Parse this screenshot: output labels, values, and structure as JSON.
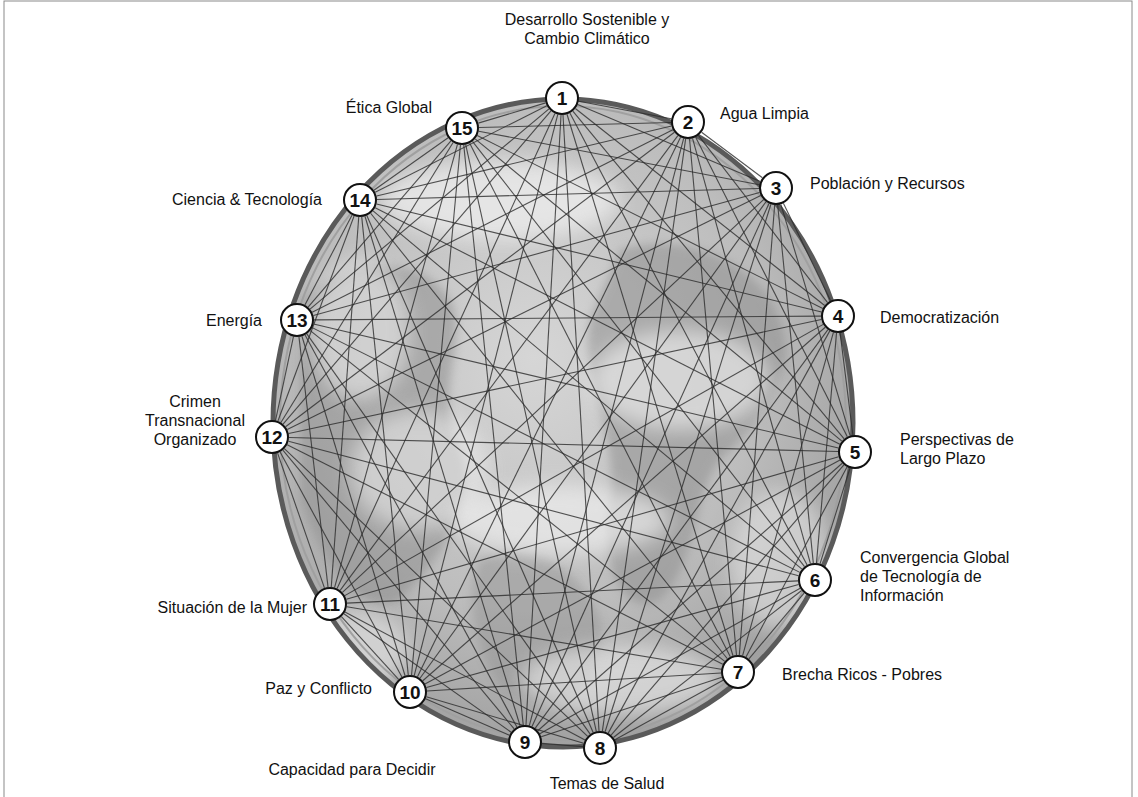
{
  "diagram": {
    "nodes": [
      {
        "text": [
          "1",
          "Desarrollo Sostenible y Cambio Climático"
        ]
      },
      {
        "text": [
          "2",
          "Agua Limpia"
        ]
      },
      {
        "text": [
          "3",
          "Población y Recursos"
        ]
      },
      {
        "text": [
          "4",
          "Democratización"
        ]
      },
      {
        "text": [
          "5",
          "Perspectivas de Largo Plazo"
        ]
      },
      {
        "text": [
          "6",
          "Convergencia Global de Tecnología de Información"
        ]
      },
      {
        "text": [
          "7",
          "Brecha Ricos - Pobres"
        ]
      },
      {
        "text": [
          "8",
          "Temas de Salud"
        ]
      },
      {
        "text": [
          "9",
          "Capacidad para Decidir"
        ]
      },
      {
        "text": [
          "10",
          "Paz y Conflicto"
        ]
      },
      {
        "text": [
          "11",
          "Situación de la Mujer"
        ]
      },
      {
        "text": [
          "12",
          "Crimen Transnacional Organizado"
        ]
      },
      {
        "text": [
          "13",
          "Energía"
        ]
      },
      {
        "text": [
          "14",
          "Ciencia & Tecnología"
        ]
      },
      {
        "text": [
          "15",
          "Ética Global"
        ]
      }
    ],
    "edges": [
      {
        "from": 0,
        "to": 1,
        "arrow": "none"
      },
      {
        "from": 0,
        "to": 2,
        "arrow": "none"
      },
      {
        "from": 0,
        "to": 3,
        "arrow": "none"
      },
      {
        "from": 0,
        "to": 4,
        "arrow": "none"
      },
      {
        "from": 0,
        "to": 5,
        "arrow": "none"
      },
      {
        "from": 0,
        "to": 6,
        "arrow": "none"
      },
      {
        "from": 0,
        "to": 7,
        "arrow": "none"
      },
      {
        "from": 0,
        "to": 8,
        "arrow": "none"
      },
      {
        "from": 0,
        "to": 9,
        "arrow": "none"
      },
      {
        "from": 0,
        "to": 10,
        "arrow": "none"
      },
      {
        "from": 0,
        "to": 11,
        "arrow": "none"
      },
      {
        "from": 0,
        "to": 12,
        "arrow": "none"
      },
      {
        "from": 0,
        "to": 13,
        "arrow": "none"
      },
      {
        "from": 0,
        "to": 14,
        "arrow": "none"
      },
      {
        "from": 1,
        "to": 2,
        "arrow": "none"
      },
      {
        "from": 1,
        "to": 3,
        "arrow": "none"
      },
      {
        "from": 1,
        "to": 4,
        "arrow": "none"
      },
      {
        "from": 1,
        "to": 5,
        "arrow": "none"
      },
      {
        "from": 1,
        "to": 6,
        "arrow": "none"
      },
      {
        "from": 1,
        "to": 7,
        "arrow": "none"
      },
      {
        "from": 1,
        "to": 8,
        "arrow": "none"
      },
      {
        "from": 1,
        "to": 9,
        "arrow": "none"
      },
      {
        "from": 1,
        "to": 10,
        "arrow": "none"
      },
      {
        "from": 1,
        "to": 11,
        "arrow": "none"
      },
      {
        "from": 1,
        "to": 12,
        "arrow": "none"
      },
      {
        "from": 1,
        "to": 13,
        "arrow": "none"
      },
      {
        "from": 1,
        "to": 14,
        "arrow": "none"
      },
      {
        "from": 2,
        "to": 3,
        "arrow": "none"
      },
      {
        "from": 2,
        "to": 4,
        "arrow": "none"
      },
      {
        "from": 2,
        "to": 5,
        "arrow": "none"
      },
      {
        "from": 2,
        "to": 6,
        "arrow": "none"
      },
      {
        "from": 2,
        "to": 7,
        "arrow": "none"
      },
      {
        "from": 2,
        "to": 8,
        "arrow": "none"
      },
      {
        "from": 2,
        "to": 9,
        "arrow": "none"
      },
      {
        "from": 2,
        "to": 10,
        "arrow": "none"
      },
      {
        "from": 2,
        "to": 11,
        "arrow": "none"
      },
      {
        "from": 2,
        "to": 12,
        "arrow": "none"
      },
      {
        "from": 2,
        "to": 13,
        "arrow": "none"
      },
      {
        "from": 2,
        "to": 14,
        "arrow": "none"
      },
      {
        "from": 3,
        "to": 4,
        "arrow": "none"
      },
      {
        "from": 3,
        "to": 5,
        "arrow": "none"
      },
      {
        "from": 3,
        "to": 6,
        "arrow": "none"
      },
      {
        "from": 3,
        "to": 7,
        "arrow": "none"
      },
      {
        "from": 3,
        "to": 8,
        "arrow": "none"
      },
      {
        "from": 3,
        "to": 9,
        "arrow": "none"
      },
      {
        "from": 3,
        "to": 10,
        "arrow": "none"
      },
      {
        "from": 3,
        "to": 11,
        "arrow": "none"
      },
      {
        "from": 3,
        "to": 12,
        "arrow": "none"
      },
      {
        "from": 3,
        "to": 13,
        "arrow": "none"
      },
      {
        "from": 3,
        "to": 14,
        "arrow": "none"
      },
      {
        "from": 4,
        "to": 5,
        "arrow": "none"
      },
      {
        "from": 4,
        "to": 6,
        "arrow": "none"
      },
      {
        "from": 4,
        "to": 7,
        "arrow": "none"
      },
      {
        "from": 4,
        "to": 8,
        "arrow": "none"
      },
      {
        "from": 4,
        "to": 9,
        "arrow": "none"
      },
      {
        "from": 4,
        "to": 10,
        "arrow": "none"
      },
      {
        "from": 4,
        "to": 11,
        "arrow": "none"
      },
      {
        "from": 4,
        "to": 12,
        "arrow": "none"
      },
      {
        "from": 4,
        "to": 13,
        "arrow": "none"
      },
      {
        "from": 4,
        "to": 14,
        "arrow": "none"
      },
      {
        "from": 5,
        "to": 6,
        "arrow": "none"
      },
      {
        "from": 5,
        "to": 7,
        "arrow": "none"
      },
      {
        "from": 5,
        "to": 8,
        "arrow": "none"
      },
      {
        "from": 5,
        "to": 9,
        "arrow": "none"
      },
      {
        "from": 5,
        "to": 10,
        "arrow": "none"
      },
      {
        "from": 5,
        "to": 11,
        "arrow": "none"
      },
      {
        "from": 5,
        "to": 12,
        "arrow": "none"
      },
      {
        "from": 5,
        "to": 13,
        "arrow": "none"
      },
      {
        "from": 5,
        "to": 14,
        "arrow": "none"
      },
      {
        "from": 6,
        "to": 7,
        "arrow": "none"
      },
      {
        "from": 6,
        "to": 8,
        "arrow": "none"
      },
      {
        "from": 6,
        "to": 9,
        "arrow": "none"
      },
      {
        "from": 6,
        "to": 10,
        "arrow": "none"
      },
      {
        "from": 6,
        "to": 11,
        "arrow": "none"
      },
      {
        "from": 6,
        "to": 12,
        "arrow": "none"
      },
      {
        "from": 6,
        "to": 13,
        "arrow": "none"
      },
      {
        "from": 6,
        "to": 14,
        "arrow": "none"
      },
      {
        "from": 7,
        "to": 8,
        "arrow": "none"
      },
      {
        "from": 7,
        "to": 9,
        "arrow": "none"
      },
      {
        "from": 7,
        "to": 10,
        "arrow": "none"
      },
      {
        "from": 7,
        "to": 11,
        "arrow": "none"
      },
      {
        "from": 7,
        "to": 12,
        "arrow": "none"
      },
      {
        "from": 7,
        "to": 13,
        "arrow": "none"
      },
      {
        "from": 7,
        "to": 14,
        "arrow": "none"
      },
      {
        "from": 8,
        "to": 9,
        "arrow": "none"
      },
      {
        "from": 8,
        "to": 10,
        "arrow": "none"
      },
      {
        "from": 8,
        "to": 11,
        "arrow": "none"
      },
      {
        "from": 8,
        "to": 12,
        "arrow": "none"
      },
      {
        "from": 8,
        "to": 13,
        "arrow": "none"
      },
      {
        "from": 8,
        "to": 14,
        "arrow": "none"
      },
      {
        "from": 9,
        "to": 10,
        "arrow": "none"
      },
      {
        "from": 9,
        "to": 11,
        "arrow": "none"
      },
      {
        "from": 9,
        "to": 12,
        "arrow": "none"
      },
      {
        "from": 9,
        "to": 13,
        "arrow": "none"
      },
      {
        "from": 9,
        "to": 14,
        "arrow": "none"
      },
      {
        "from": 10,
        "to": 11,
        "arrow": "none"
      },
      {
        "from": 10,
        "to": 12,
        "arrow": "none"
      },
      {
        "from": 10,
        "to": 13,
        "arrow": "none"
      },
      {
        "from": 10,
        "to": 14,
        "arrow": "none"
      },
      {
        "from": 11,
        "to": 12,
        "arrow": "none"
      },
      {
        "from": 11,
        "to": 13,
        "arrow": "none"
      },
      {
        "from": 11,
        "to": 14,
        "arrow": "none"
      },
      {
        "from": 12,
        "to": 13,
        "arrow": "none"
      },
      {
        "from": 12,
        "to": 14,
        "arrow": "none"
      },
      {
        "from": 13,
        "to": 14,
        "arrow": "none"
      }
    ]
  }
}
